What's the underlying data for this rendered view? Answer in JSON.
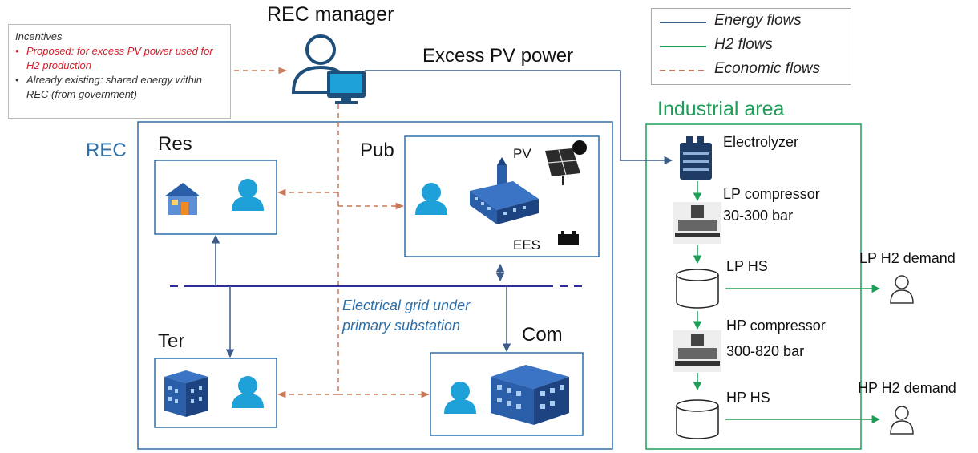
{
  "manager": {
    "title": "REC manager"
  },
  "incentives": {
    "title": "Incentives",
    "items": [
      {
        "text": "Proposed: for excess PV power used for H2 production"
      },
      {
        "text": "Already existing: shared energy within REC (from government)"
      }
    ]
  },
  "legend": {
    "energy": "Energy flows",
    "h2": "H2 flows",
    "economic": "Economic flows"
  },
  "excess_pv": "Excess PV power",
  "rec": {
    "label": "REC",
    "res": "Res",
    "pub": "Pub",
    "ter": "Ter",
    "com": "Com",
    "pv": "PV",
    "ees": "EES",
    "grid_line1": "Electrical grid under",
    "grid_line2": "primary substation"
  },
  "industrial": {
    "title": "Industrial area",
    "electrolyzer": "Electrolyzer",
    "lp_comp_1": "LP compressor",
    "lp_comp_2": "30-300 bar",
    "lp_hs": "LP HS",
    "hp_comp_1": "HP compressor",
    "hp_comp_2": "300-820 bar",
    "hp_hs": "HP HS",
    "lp_demand": "LP H2 demand",
    "hp_demand": "HP H2 demand"
  },
  "colors": {
    "energy": "#3e5c8a",
    "h2": "#1f9e57",
    "economic": "#c9785a",
    "rec_box": "#2e6fa8",
    "person": "#1ea0d8",
    "building": "#2a5ea8",
    "text_blue": "#2e6fa8"
  }
}
